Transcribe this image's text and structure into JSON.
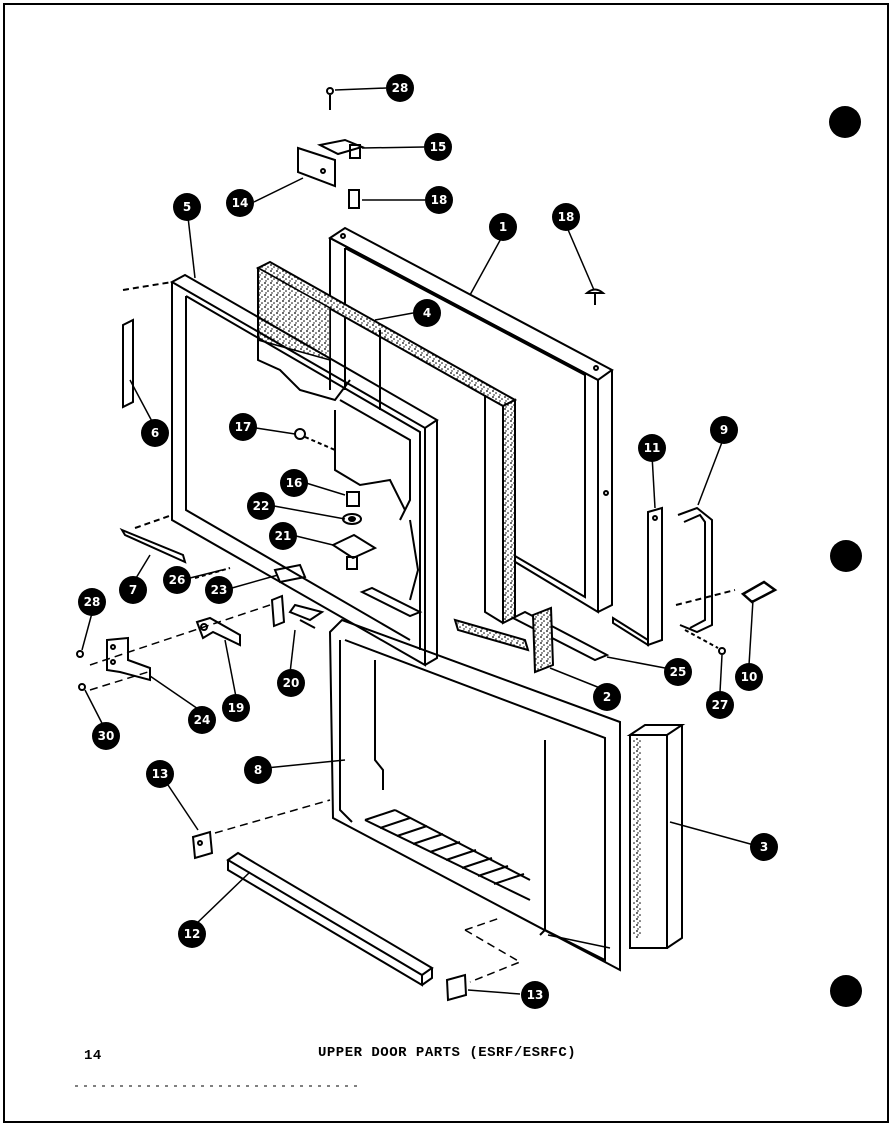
{
  "page_number": "14",
  "caption": "UPPER DOOR PARTS (ESRF/ESRFC)",
  "callouts": [
    {
      "id": "c28-top",
      "label": "28"
    },
    {
      "id": "c15",
      "label": "15"
    },
    {
      "id": "c14",
      "label": "14"
    },
    {
      "id": "c18-top",
      "label": "18"
    },
    {
      "id": "c5",
      "label": "5"
    },
    {
      "id": "c1",
      "label": "1"
    },
    {
      "id": "c18-right",
      "label": "18"
    },
    {
      "id": "c4",
      "label": "4"
    },
    {
      "id": "c6",
      "label": "6"
    },
    {
      "id": "c17",
      "label": "17"
    },
    {
      "id": "c11",
      "label": "11"
    },
    {
      "id": "c9",
      "label": "9"
    },
    {
      "id": "c16",
      "label": "16"
    },
    {
      "id": "c22",
      "label": "22"
    },
    {
      "id": "c21",
      "label": "21"
    },
    {
      "id": "c7",
      "label": "7"
    },
    {
      "id": "c26",
      "label": "26"
    },
    {
      "id": "c23",
      "label": "23"
    },
    {
      "id": "c28-left",
      "label": "28"
    },
    {
      "id": "c19",
      "label": "19"
    },
    {
      "id": "c20",
      "label": "20"
    },
    {
      "id": "c24",
      "label": "24"
    },
    {
      "id": "c30",
      "label": "30"
    },
    {
      "id": "c25",
      "label": "25"
    },
    {
      "id": "c2",
      "label": "2"
    },
    {
      "id": "c10",
      "label": "10"
    },
    {
      "id": "c27",
      "label": "27"
    },
    {
      "id": "c8",
      "label": "8"
    },
    {
      "id": "c3",
      "label": "3"
    },
    {
      "id": "c13-top",
      "label": "13"
    },
    {
      "id": "c12",
      "label": "12"
    },
    {
      "id": "c13-bottom",
      "label": "13"
    }
  ]
}
